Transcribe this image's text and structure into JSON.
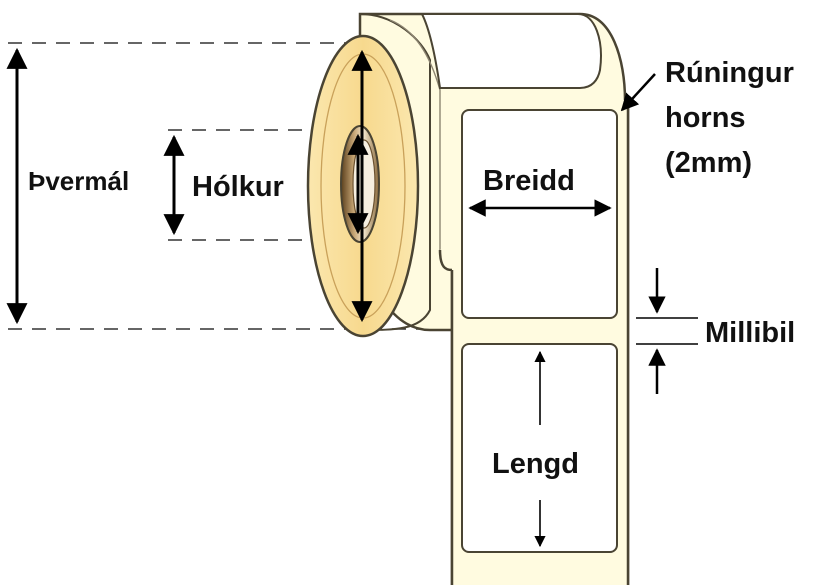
{
  "labels": {
    "outer_diameter": "Þvermál",
    "core": "Hólkur",
    "width": "Breidd",
    "corner_radius_line1": "Rúningur",
    "corner_radius_line2": "horns",
    "corner_radius_line3": "(2mm)",
    "gap": "Millibil",
    "length": "Lengd"
  },
  "colors": {
    "roll_face": "#f9e2a0",
    "roll_face_inner": "#fbe9b4",
    "liner": "#fffbe0",
    "liner_stroke": "#4a4433",
    "label_face": "#ffffff",
    "core_brown": "#8a6a3c",
    "line": "#000000"
  }
}
